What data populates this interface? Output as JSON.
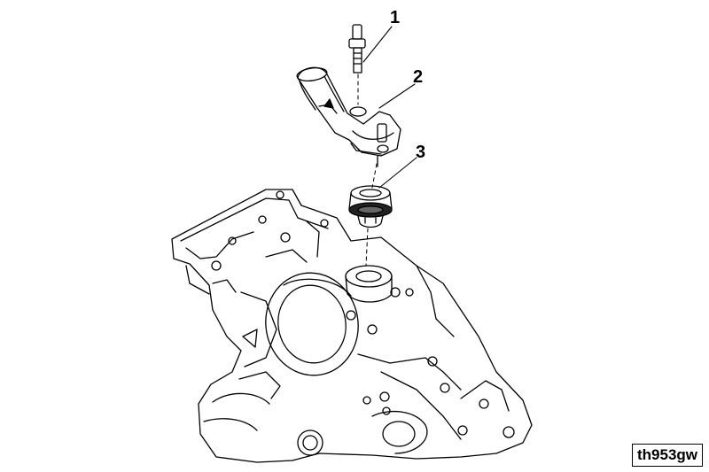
{
  "callouts": [
    {
      "label": "1"
    },
    {
      "label": "2"
    },
    {
      "label": "3"
    }
  ],
  "reference_code": "th953gw",
  "colors": {
    "line": "#000000",
    "background": "#ffffff"
  }
}
